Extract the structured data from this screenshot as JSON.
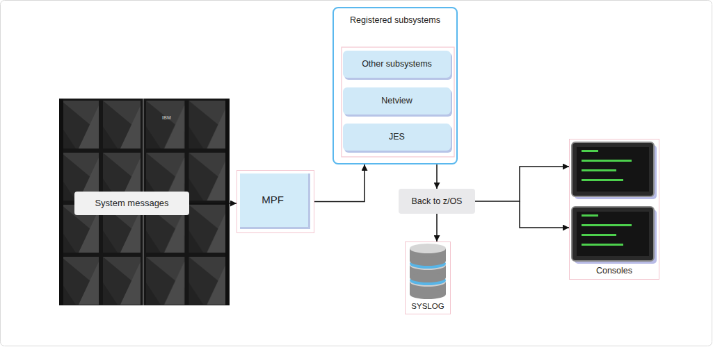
{
  "diagram": {
    "nodes": [
      {
        "text": [
          "System messages"
        ]
      },
      {
        "text": [
          "MPF"
        ]
      },
      {
        "text": [
          "Registered subsystems"
        ]
      },
      {
        "text": [
          "Other subsystems"
        ],
        "in": 2
      },
      {
        "text": [
          "Netview"
        ],
        "in": 2
      },
      {
        "text": [
          "JES"
        ],
        "in": 2
      },
      {
        "text": [
          "Back to z/OS"
        ]
      },
      {
        "text": [
          "SYSLOG"
        ]
      },
      {
        "text": [
          "Consoles"
        ]
      }
    ],
    "edges": [
      {
        "from": 0,
        "to": 1,
        "arrow": "to"
      },
      {
        "from": 1,
        "to": 2,
        "arrow": "to"
      },
      {
        "from": 2,
        "to": 6,
        "arrow": "to"
      },
      {
        "from": 6,
        "to": 7,
        "arrow": "to"
      },
      {
        "from": 6,
        "to": 8,
        "arrow": "to"
      }
    ],
    "labels": [
      "IBM"
    ]
  }
}
